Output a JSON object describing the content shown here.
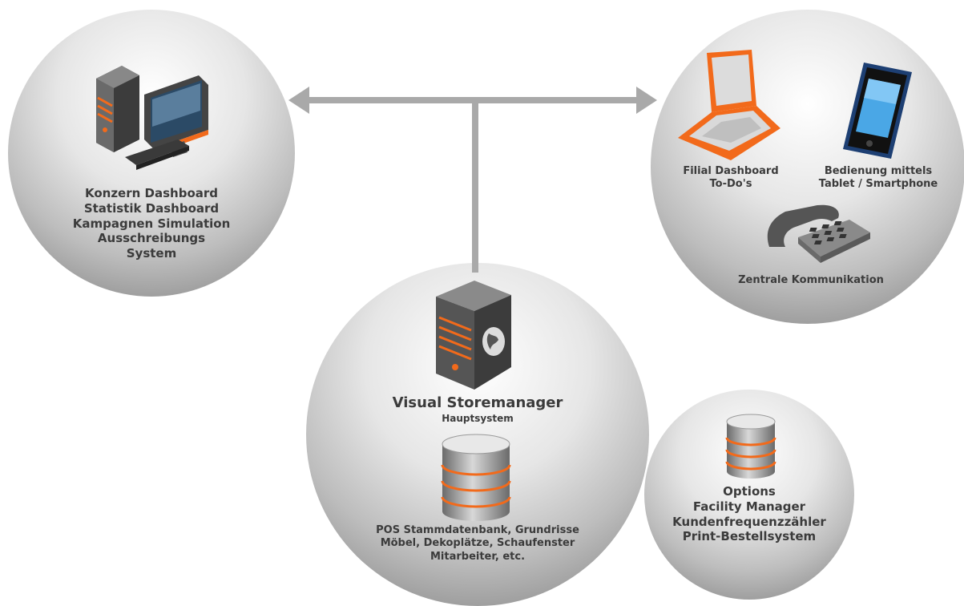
{
  "konzern": {
    "lines": [
      "Konzern Dashboard",
      "Statistik Dashboard",
      "Kampagnen Simulation",
      "Ausschreibungs",
      "System"
    ]
  },
  "filiale": {
    "dashboard_line1": "Filial Dashboard",
    "dashboard_line2": "To-Do's",
    "mobile_line1": "Bedienung mittels",
    "mobile_line2": "Tablet / Smartphone",
    "phone_label": "Zentrale Kommunikation"
  },
  "hauptsystem": {
    "title": "Visual Storemanager",
    "subtitle": "Hauptsystem",
    "db_lines": [
      "POS Stammdatenbank, Grundrisse",
      "Möbel, Dekoplätze, Schaufenster",
      "Mitarbeiter, etc."
    ]
  },
  "options": {
    "lines": [
      "Options",
      "Facility Manager",
      "Kundenfrequenzzähler",
      "Print-Bestellsystem"
    ]
  },
  "colors": {
    "accent": "#f26a1b",
    "connector": "#a9a9a9",
    "text": "#3b3b3b"
  }
}
